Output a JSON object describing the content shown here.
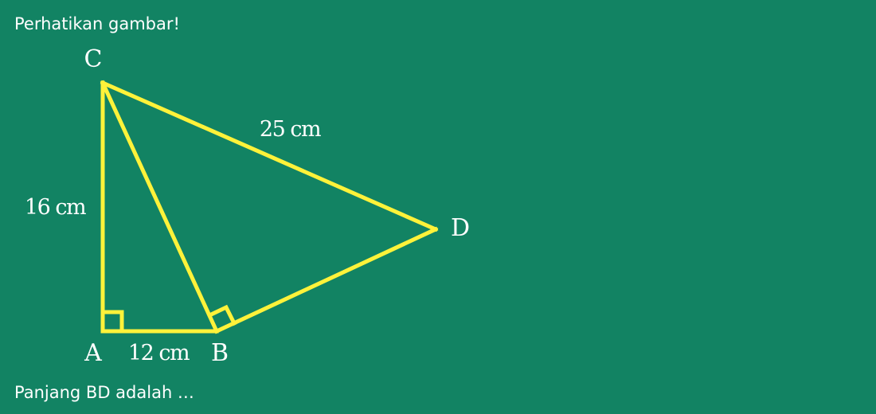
{
  "intro_text": "Perhatikan gambar!",
  "question_text": "Panjang BD adalah …",
  "colors": {
    "background": "#128363",
    "figure_stroke": "#fff23a",
    "text": "#ffffff"
  },
  "figure": {
    "vertices": {
      "a": "A",
      "b": "B",
      "c": "C",
      "d": "D"
    },
    "side_labels": {
      "ac": "16 cm",
      "ab": "12 cm",
      "cd": "25 cm"
    },
    "right_angles": [
      "A",
      "B"
    ]
  }
}
